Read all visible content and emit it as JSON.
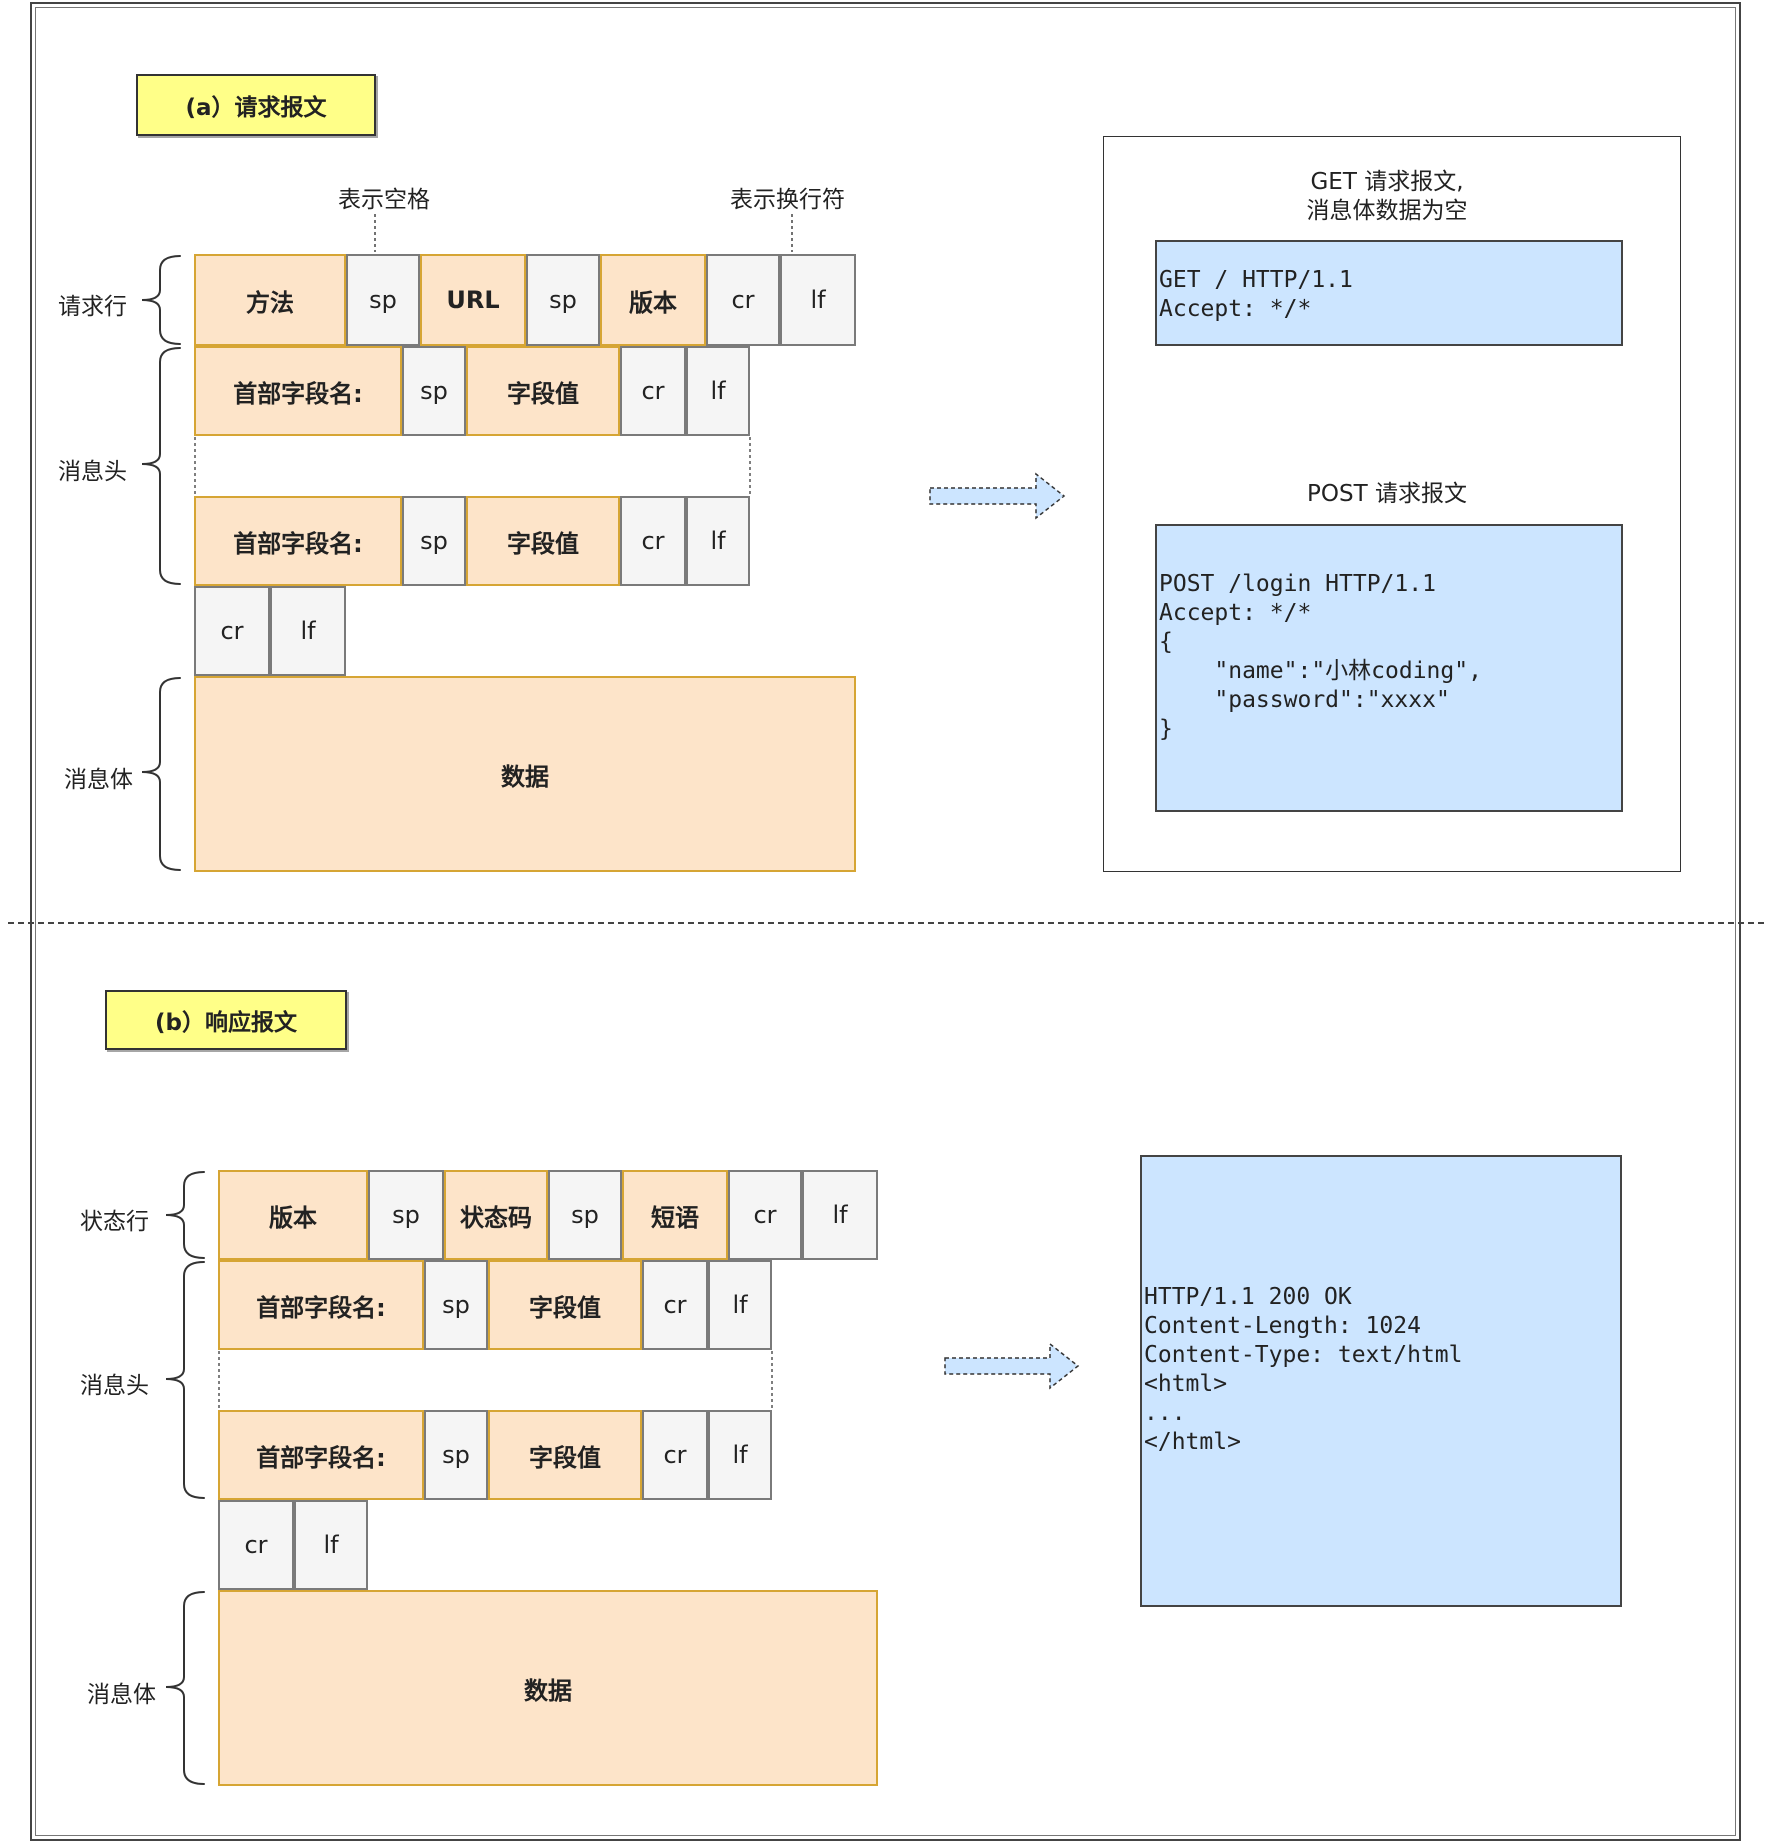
{
  "request": {
    "tag": "(a）请求报文",
    "notes": {
      "space": "表示空格",
      "newline": "表示换行符"
    },
    "labels": {
      "request_line": "请求行",
      "header": "消息头",
      "body": "消息体"
    },
    "request_line": [
      "方法",
      "sp",
      "URL",
      "sp",
      "版本",
      "cr",
      "lf"
    ],
    "header_row": [
      "首部字段名:",
      "sp",
      "字段值",
      "cr",
      "lf"
    ],
    "blank_line": [
      "cr",
      "lf"
    ],
    "body": "数据",
    "examples": {
      "get_caption": "GET 请求报文,\n消息体数据为空",
      "get_lines": [
        "GET / HTTP/1.1",
        "Accept: */*"
      ],
      "post_caption": "POST 请求报文",
      "post_lines": [
        "POST /login HTTP/1.1",
        "Accept: */*",
        "",
        "{",
        "    \"name\":\"小林coding\",",
        "    \"password\":\"xxxx\"",
        "}"
      ]
    }
  },
  "response": {
    "tag": "(b）响应报文",
    "labels": {
      "status_line": "状态行",
      "header": "消息头",
      "body": "消息体"
    },
    "status_line": [
      "版本",
      "sp",
      "状态码",
      "sp",
      "短语",
      "cr",
      "lf"
    ],
    "header_row": [
      "首部字段名:",
      "sp",
      "字段值",
      "cr",
      "lf"
    ],
    "blank_line": [
      "cr",
      "lf"
    ],
    "body": "数据",
    "example_lines": [
      "HTTP/1.1 200 OK",
      "Content-Length: 1024",
      "Content-Type: text/html",
      "",
      "<html>",
      "...",
      "</html>"
    ]
  },
  "colors": {
    "field": "#fde4c9",
    "field_border": "#d6a534",
    "control": "#f5f5f5",
    "code_bg": "#cce5ff",
    "tag_bg": "#ffff88",
    "arrow": "#cce5ff"
  }
}
